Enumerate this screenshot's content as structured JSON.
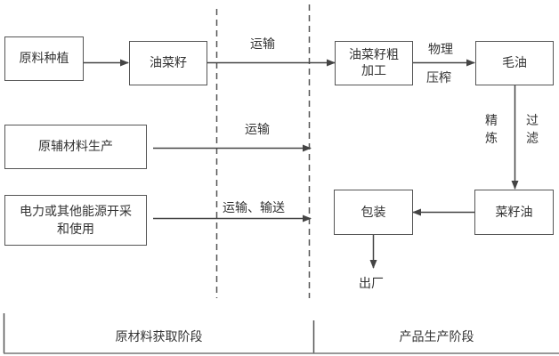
{
  "nodes": {
    "raw_planting": "原料种植",
    "rapeseed": "油菜籽",
    "rough_processing": "油菜籽粗加工",
    "crude_oil": "毛油",
    "aux_materials": "原辅材料生产",
    "energy": "电力或其他能源开采和使用",
    "rapeseed_oil": "菜籽油",
    "packaging": "包装"
  },
  "edge_labels": {
    "transport_1": "运输",
    "transport_2": "运输",
    "transport_3": "运输、输送",
    "physical_press_top": "物理",
    "physical_press_bottom": "压榨",
    "refine_1": "精",
    "refine_2": "炼",
    "filter_1": "过",
    "filter_2": "滤",
    "exit": "出厂"
  },
  "phases": {
    "raw_material": "原材料获取阶段",
    "production": "产品生产阶段"
  }
}
